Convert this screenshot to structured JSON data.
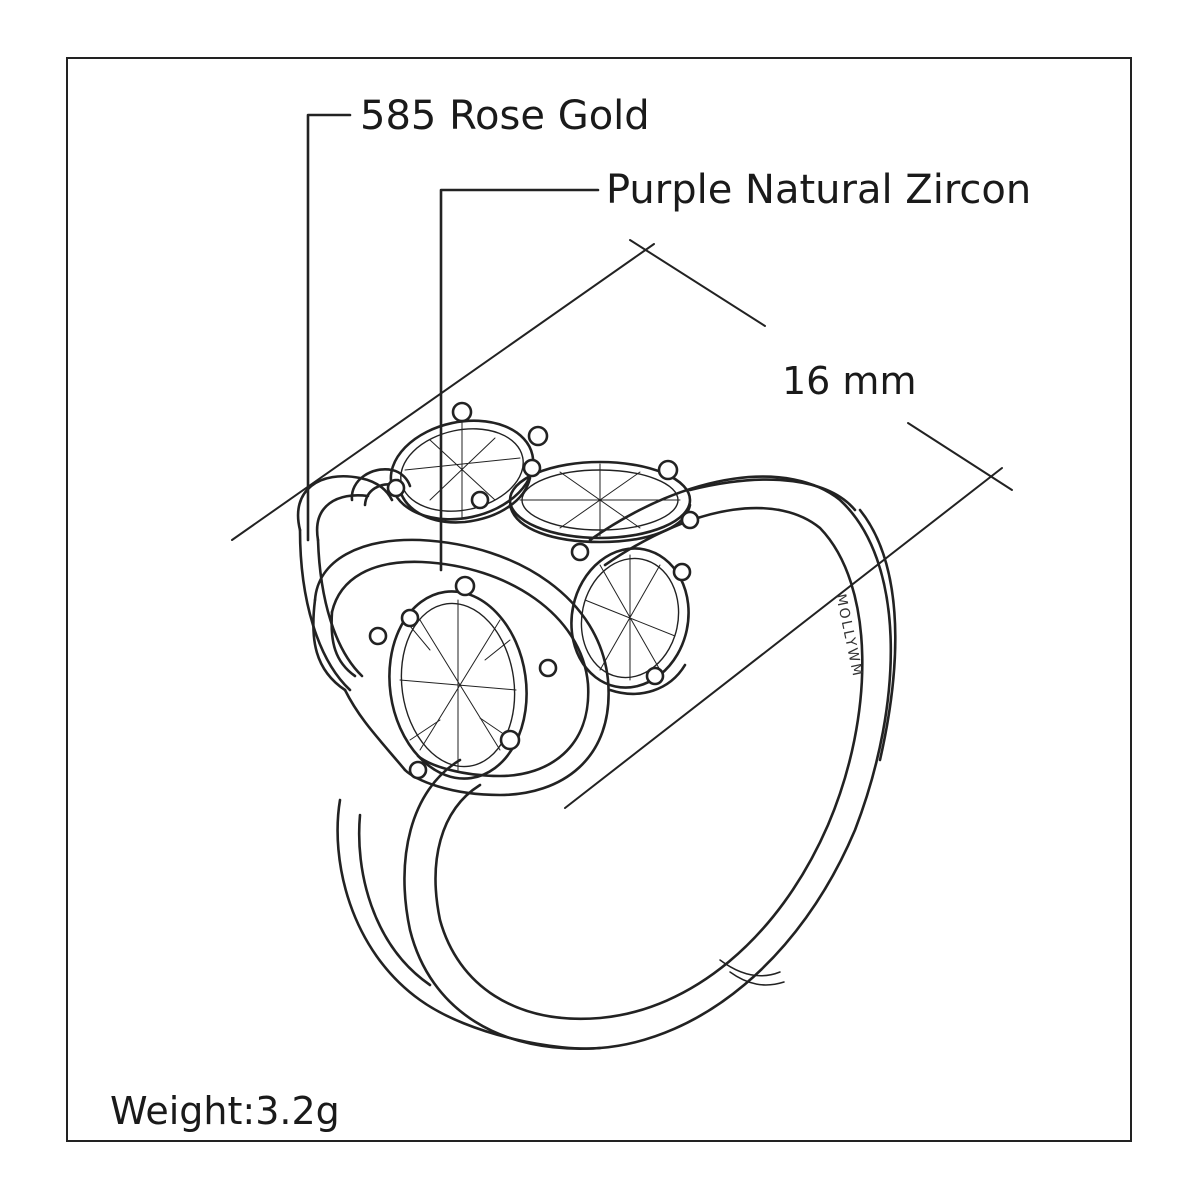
{
  "labels": {
    "material": "585 Rose Gold",
    "stone": "Purple Natural Zircon",
    "size": "16 mm",
    "weight": "Weight:3.2g",
    "engraving": "MOLLYWM"
  },
  "colors": {
    "line": "#222222",
    "background": "#ffffff"
  }
}
